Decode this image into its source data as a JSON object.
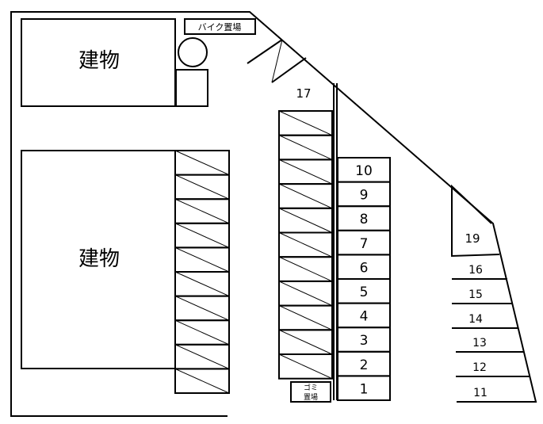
{
  "buildings": [
    {
      "label": "建物"
    },
    {
      "label": "建物"
    }
  ],
  "bike_parking": {
    "label": "バイク置場"
  },
  "garbage": {
    "label_line1": "ゴミ",
    "label_line2": "置場"
  },
  "spots_center": [
    "1",
    "2",
    "3",
    "4",
    "5",
    "6",
    "7",
    "8",
    "9",
    "10"
  ],
  "spots_right": [
    "11",
    "12",
    "13",
    "14",
    "15",
    "16"
  ],
  "spot_17": "17",
  "spot_19": "19",
  "colors": {
    "line": "#000000",
    "background": "#ffffff"
  }
}
